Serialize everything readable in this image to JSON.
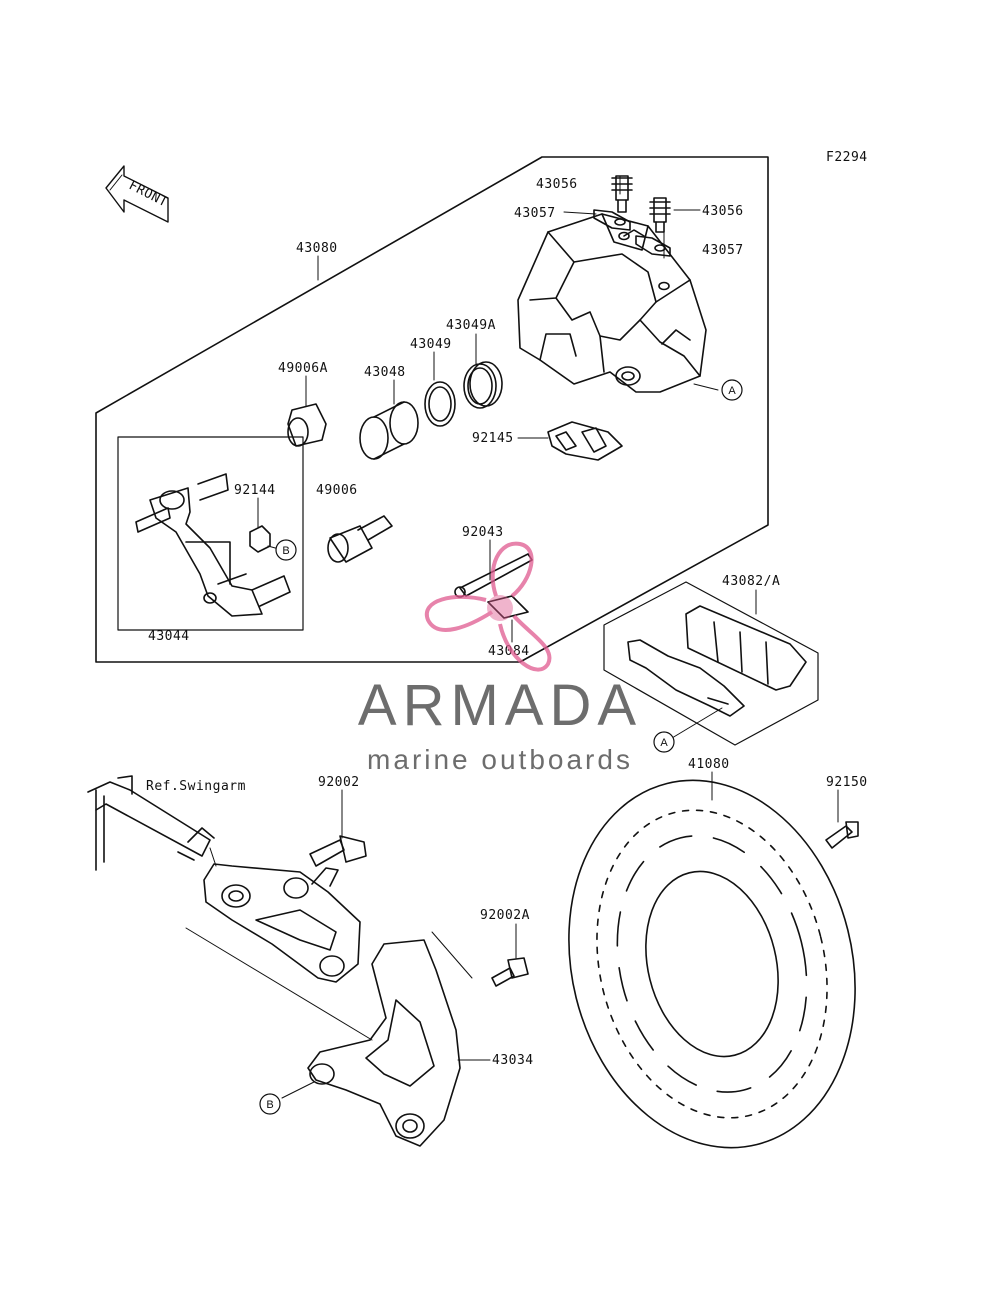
{
  "diagram": {
    "figure_code": "F2294",
    "front_label": "FRONT",
    "parts": {
      "p43056a": "43056",
      "p43057a": "43057",
      "p43056b": "43056",
      "p43057b": "43057",
      "p43080": "43080",
      "p43049a": "43049A",
      "p43049": "43049",
      "p43048": "43048",
      "p49006a": "49006A",
      "p92145": "92145",
      "p92144": "92144",
      "p49006": "49006",
      "p92043": "92043",
      "p43044": "43044",
      "p43084": "43084",
      "p43082": "43082/A",
      "ref_swingarm": "Ref.Swingarm",
      "p92002": "92002",
      "p41080": "41080",
      "p92150": "92150",
      "p92002a": "92002A",
      "p43034": "43034"
    },
    "callouts": {
      "a1": "A",
      "a2": "A",
      "b1": "B",
      "b2": "B"
    }
  },
  "watermark": {
    "brand": "ARMADA",
    "tagline": "marine outboards",
    "color": "#6d6d6d",
    "logo_color": "#e05a8f"
  }
}
